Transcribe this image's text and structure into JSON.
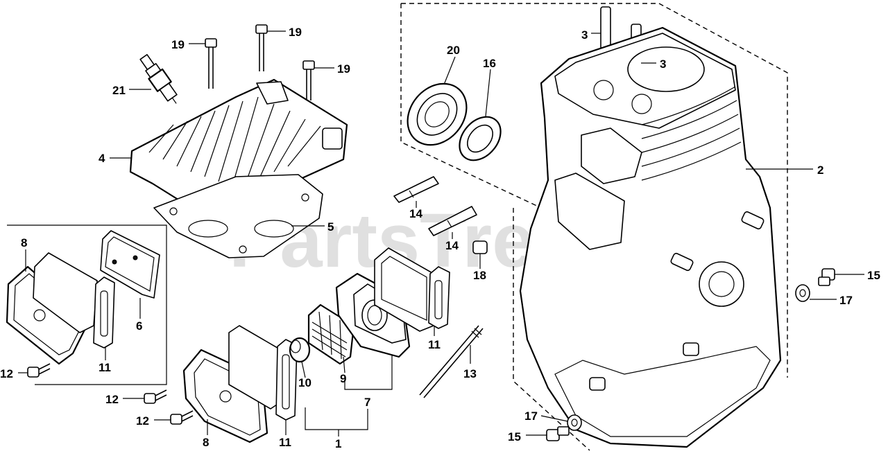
{
  "diagram": {
    "watermark": "PartsTree",
    "callouts": {
      "c1": "1",
      "c2": "2",
      "c3a": "3",
      "c3b": "3",
      "c4": "4",
      "c5": "5",
      "c6": "6",
      "c7": "7",
      "c8a": "8",
      "c8b": "8",
      "c9": "9",
      "c10": "10",
      "c11a": "11",
      "c11b": "11",
      "c11c": "11",
      "c12a": "12",
      "c12b": "12",
      "c12c": "12",
      "c13": "13",
      "c14a": "14",
      "c14b": "14",
      "c15a": "15",
      "c15b": "15",
      "c16": "16",
      "c17a": "17",
      "c17b": "17",
      "c18": "18",
      "c19a": "19",
      "c19b": "19",
      "c19c": "19",
      "c20": "20",
      "c21": "21"
    }
  }
}
